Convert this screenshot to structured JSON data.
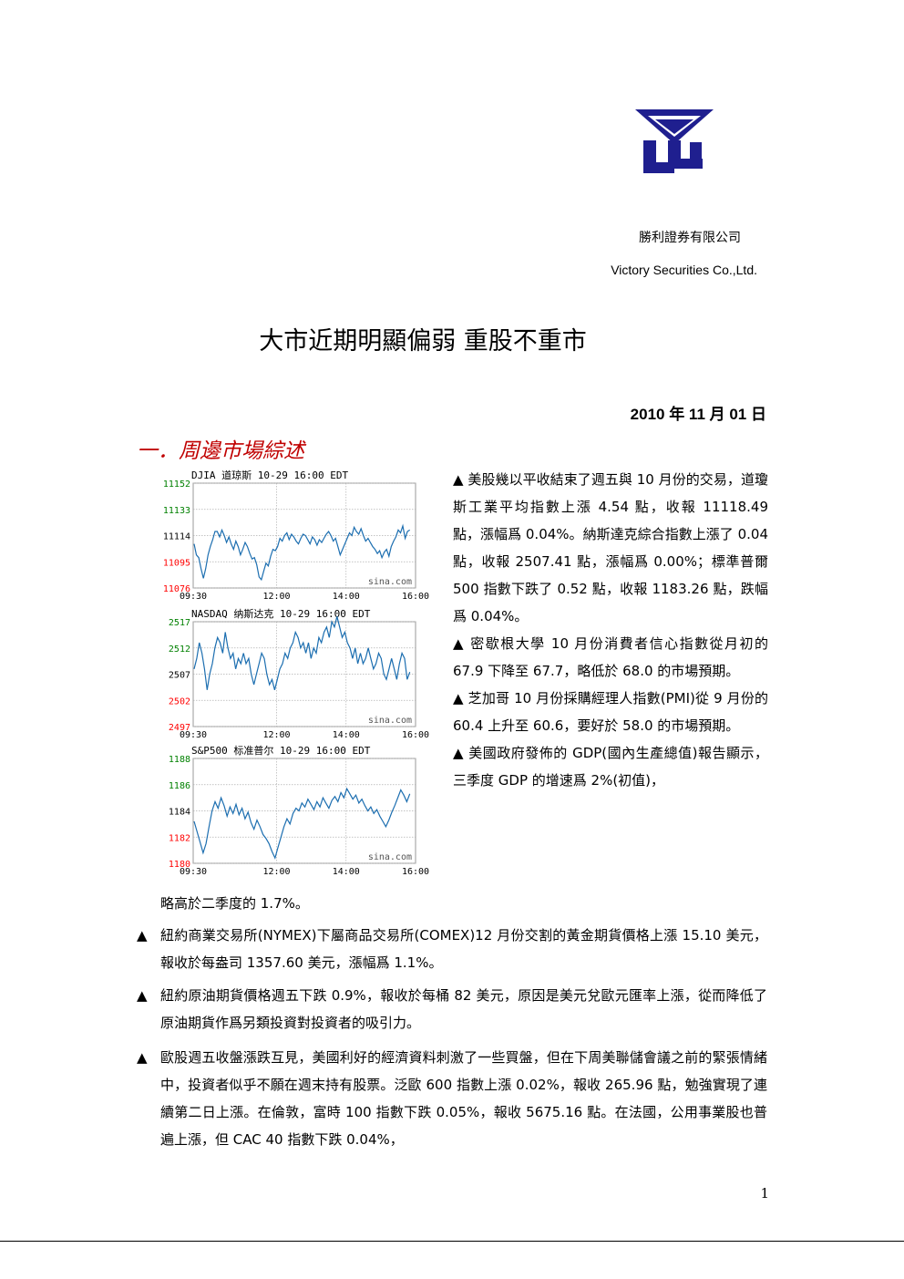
{
  "header": {
    "company_zh": "勝利證券有限公司",
    "company_en": "Victory Securities Co.,Ltd.",
    "logo_color": "#1f1f8f"
  },
  "title": "大市近期明顯偏弱 重股不重市",
  "date": "2010 年 11 月 01 日",
  "section": {
    "heading": "一．周邊市場綜述",
    "heading_color": "#c00000"
  },
  "chart_data": [
    {
      "type": "line",
      "header": "DJIA   道琼斯  10-29 16:00 EDT",
      "watermark": "sina.com",
      "y_ticks": [
        "11152",
        "11133",
        "11114",
        "11095",
        "11076"
      ],
      "tick_values": [
        11152,
        11133,
        11114,
        11095,
        11076
      ],
      "ylim": [
        11076,
        11152
      ],
      "x_ticks": [
        "09:30",
        "12:00",
        "14:00",
        "16:00"
      ],
      "tick_colors": [
        "#008000",
        "#008000",
        "#000000",
        "#ff0000",
        "#ff0000"
      ],
      "line_color": "#1c6eb0",
      "values": [
        11108,
        11100,
        11098,
        11090,
        11083,
        11090,
        11100,
        11106,
        11111,
        11117,
        11117,
        11113,
        11118,
        11114,
        11109,
        11113,
        11108,
        11104,
        11110,
        11106,
        11100,
        11104,
        11109,
        11106,
        11101,
        11097,
        11098,
        11093,
        11084,
        11082,
        11088,
        11094,
        11092,
        11099,
        11104,
        11103,
        11106,
        11112,
        11110,
        11114,
        11116,
        11111,
        11115,
        11113,
        11110,
        11108,
        11112,
        11115,
        11114,
        11111,
        11108,
        11113,
        11111,
        11107,
        11111,
        11109,
        11112,
        11115,
        11117,
        11114,
        11110,
        11112,
        11106,
        11100,
        11104,
        11108,
        11112,
        11116,
        11114,
        11120,
        11117,
        11115,
        11119,
        11114,
        11110,
        11112,
        11109,
        11106,
        11104,
        11101,
        11103,
        11098,
        11102,
        11104,
        11099,
        11106,
        11110,
        11113,
        11118,
        11116,
        11121,
        11112,
        11117,
        11118
      ]
    },
    {
      "type": "line",
      "header": "NASDAQ  纳斯达克  10-29 16:00 EDT",
      "watermark": "sina.com",
      "y_ticks": [
        "2517",
        "2512",
        "2507",
        "2502",
        "2497"
      ],
      "tick_values": [
        2517,
        2512,
        2507,
        2502,
        2497
      ],
      "ylim": [
        2497,
        2517
      ],
      "x_ticks": [
        "09:30",
        "12:00",
        "14:00",
        "16:00"
      ],
      "tick_colors": [
        "#008000",
        "#008000",
        "#000000",
        "#ff0000",
        "#ff0000"
      ],
      "line_color": "#1c6eb0",
      "values": [
        2508,
        2510,
        2513,
        2511,
        2508,
        2504,
        2507,
        2509,
        2512,
        2514,
        2513,
        2511,
        2515,
        2512,
        2510,
        2511,
        2508,
        2510,
        2509,
        2511,
        2509,
        2510,
        2507,
        2505,
        2507,
        2509,
        2511,
        2510,
        2507,
        2505,
        2506,
        2504,
        2506,
        2508,
        2509,
        2511,
        2510,
        2512,
        2513,
        2515,
        2514,
        2512,
        2513,
        2511,
        2513,
        2510,
        2512,
        2511,
        2514,
        2513,
        2515,
        2516,
        2514,
        2517,
        2516,
        2518,
        2516,
        2514,
        2515,
        2513,
        2512,
        2510,
        2512,
        2509,
        2511,
        2509,
        2510,
        2512,
        2510,
        2508,
        2509,
        2511,
        2510,
        2507,
        2506,
        2508,
        2510,
        2508,
        2506,
        2509,
        2511,
        2510,
        2506,
        2507.4
      ]
    },
    {
      "type": "line",
      "header": "S&P500  标准普尔  10-29 16:00 EDT",
      "watermark": "sina.com",
      "y_ticks": [
        "1188",
        "1186",
        "1184",
        "1182",
        "1180"
      ],
      "tick_values": [
        1188,
        1186,
        1184,
        1182,
        1180
      ],
      "ylim": [
        1180,
        1188
      ],
      "x_ticks": [
        "09:30",
        "12:00",
        "14:00",
        "16:00"
      ],
      "tick_colors": [
        "#008000",
        "#008000",
        "#000000",
        "#ff0000",
        "#ff0000"
      ],
      "line_color": "#1c6eb0",
      "values": [
        1183.2,
        1182.4,
        1181.6,
        1180.8,
        1181.5,
        1182.8,
        1184.0,
        1184.7,
        1184.2,
        1185.0,
        1184.4,
        1183.6,
        1184.3,
        1183.8,
        1184.5,
        1183.7,
        1184.2,
        1183.4,
        1183.9,
        1183.1,
        1182.6,
        1183.3,
        1182.8,
        1182.2,
        1181.9,
        1181.5,
        1180.9,
        1180.4,
        1181.2,
        1182.0,
        1182.8,
        1183.4,
        1183.0,
        1183.8,
        1184.2,
        1184.0,
        1184.6,
        1184.3,
        1184.9,
        1184.5,
        1184.1,
        1184.7,
        1184.3,
        1185.0,
        1184.6,
        1184.2,
        1184.8,
        1185.1,
        1184.7,
        1185.4,
        1185.0,
        1185.7,
        1185.3,
        1184.9,
        1185.2,
        1184.6,
        1184.9,
        1184.4,
        1184.0,
        1184.3,
        1183.8,
        1184.1,
        1183.6,
        1183.2,
        1182.8,
        1183.3,
        1183.9,
        1184.4,
        1185.0,
        1185.6,
        1185.2,
        1184.7,
        1185.3
      ]
    }
  ],
  "side_paragraphs": [
    "▲ 美股幾以平收結束了週五與 10 月份的交易，道瓊斯工業平均指數上漲 4.54 點，收報 11118.49 點，漲幅爲 0.04%。納斯達克綜合指數上漲了 0.04 點，收報 2507.41 點，漲幅爲 0.00%；標準普爾 500 指數下跌了 0.52 點，收報 1183.26 點，跌幅爲 0.04%。",
    "▲ 密歇根大學 10 月份消費者信心指數從月初的 67.9 下降至 67.7，略低於 68.0 的市場預期。",
    "▲ 芝加哥 10 月份採購經理人指數(PMI)從 9 月份的 60.4 上升至 60.6，要好於 58.0 的市場預期。",
    "▲ 美國政府發佈的 GDP(國內生產總值)報告顯示，三季度 GDP 的增速爲 2%(初值)，"
  ],
  "side_continuation": "略高於二季度的 1.7%。",
  "paragraphs": [
    {
      "mark": "▲",
      "text": "紐約商業交易所(NYMEX)下屬商品交易所(COMEX)12 月份交割的黃金期貨價格上漲 15.10 美元，報收於每盎司 1357.60 美元，漲幅爲 1.1%。"
    },
    {
      "mark": "▲",
      "text": "紐約原油期貨價格週五下跌 0.9%，報收於每桶 82 美元，原因是美元兌歐元匯率上漲，從而降低了原油期貨作爲另類投資對投資者的吸引力。"
    },
    {
      "mark": "▲",
      "text": "歐股週五收盤漲跌互見，美國利好的經濟資料刺激了一些買盤，但在下周美聯儲會議之前的緊張情緒中，投資者似乎不願在週末持有股票。泛歐 600 指數上漲 0.02%，報收 265.96 點，勉強實現了連續第二日上漲。在倫敦，富時 100 指數下跌 0.05%，報收 5675.16 點。在法國，公用事業股也普遍上漲，但 CAC 40 指數下跌 0.04%，"
    }
  ],
  "page_number": "1"
}
